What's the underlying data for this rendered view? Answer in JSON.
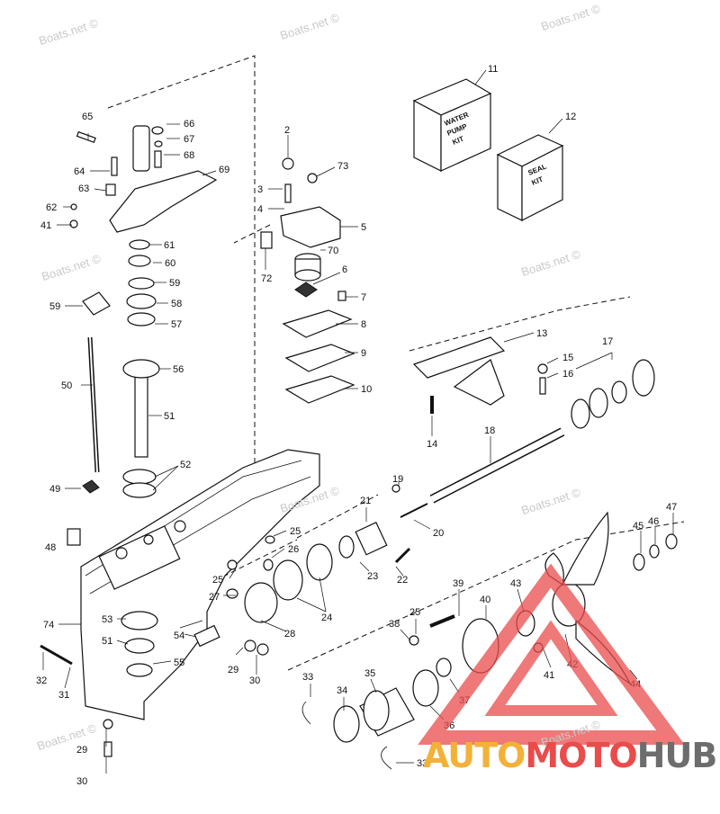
{
  "watermark": "Boats.net ©",
  "kits": {
    "water_pump": [
      "WATER",
      "PUMP",
      "KIT"
    ],
    "seal": [
      "SEAL",
      "KIT"
    ]
  },
  "logo": {
    "part1": "AUTO",
    "part2": "MOTO",
    "part3": "HUB",
    "colors": {
      "part1": "#f2b138",
      "part2": "#ea4b4b",
      "part3": "#6d6d6d",
      "triangle": "#ea4b4b"
    }
  },
  "callouts": [
    "65",
    "66",
    "67",
    "68",
    "64",
    "69",
    "63",
    "62",
    "41",
    "61",
    "60",
    "59",
    "59",
    "58",
    "57",
    "56",
    "50",
    "51",
    "52",
    "49",
    "48",
    "2",
    "73",
    "3",
    "4",
    "5",
    "70",
    "72",
    "6",
    "7",
    "8",
    "9",
    "10",
    "11",
    "12",
    "13",
    "15",
    "16",
    "17",
    "14",
    "18",
    "19",
    "21",
    "20",
    "25",
    "26",
    "24",
    "23",
    "22",
    "25",
    "27",
    "28",
    "53",
    "54",
    "74",
    "51",
    "55",
    "32",
    "31",
    "29",
    "30",
    "29",
    "30",
    "39",
    "40",
    "43",
    "45",
    "46",
    "47",
    "38",
    "25",
    "42",
    "41",
    "44",
    "33",
    "34",
    "35",
    "36",
    "37",
    "33"
  ]
}
